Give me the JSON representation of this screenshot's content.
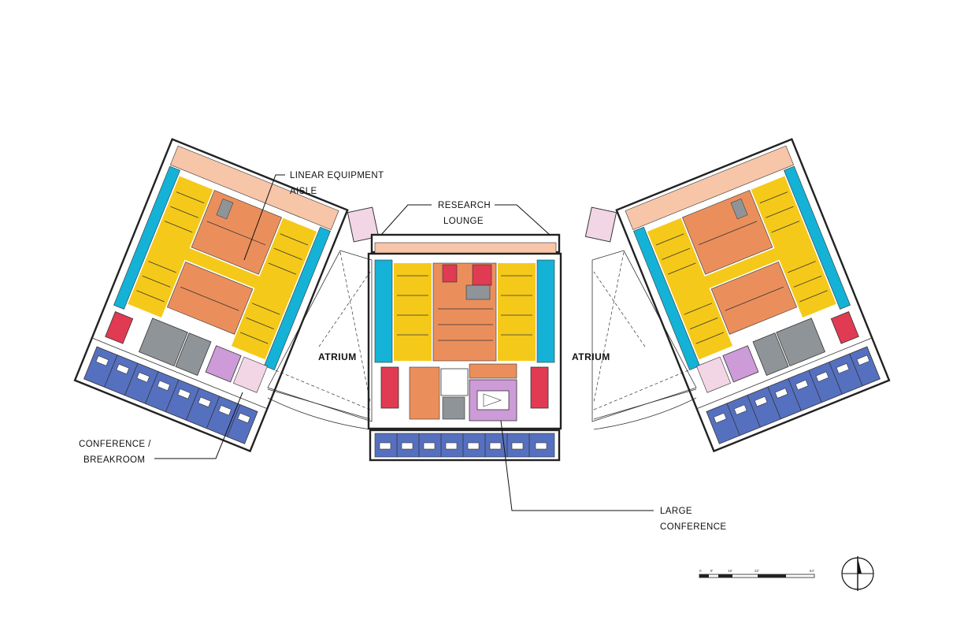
{
  "labels": {
    "linear_equipment_aisle": [
      "LINEAR EQUIPMENT",
      "AISLE"
    ],
    "research_lounge": [
      "RESEARCH",
      "LOUNGE"
    ],
    "atrium_left": "ATRIUM",
    "atrium_right": "ATRIUM",
    "conference_breakroom": [
      "CONFERENCE /",
      "BREAKROOM"
    ],
    "large_conference": [
      "LARGE",
      "CONFERENCE"
    ]
  },
  "scale_bar": {
    "ticks": [
      "0",
      "8'",
      "16'",
      "32'",
      "64'"
    ]
  },
  "colors": {
    "lab_yellow": "#f5c91a",
    "equipment_cyan": "#14b2d6",
    "support_orange": "#ea8f5c",
    "office_blue": "#5670c0",
    "lounge_peach": "#f7c5a8",
    "conference_pink": "#f3d6e6",
    "conference_purple": "#cc9bd8",
    "stair_red": "#e03b52",
    "core_gray": "#8f9498",
    "atrium_white": "#ffffff"
  },
  "icons": [
    "north-arrow-icon",
    "scale-bar"
  ]
}
